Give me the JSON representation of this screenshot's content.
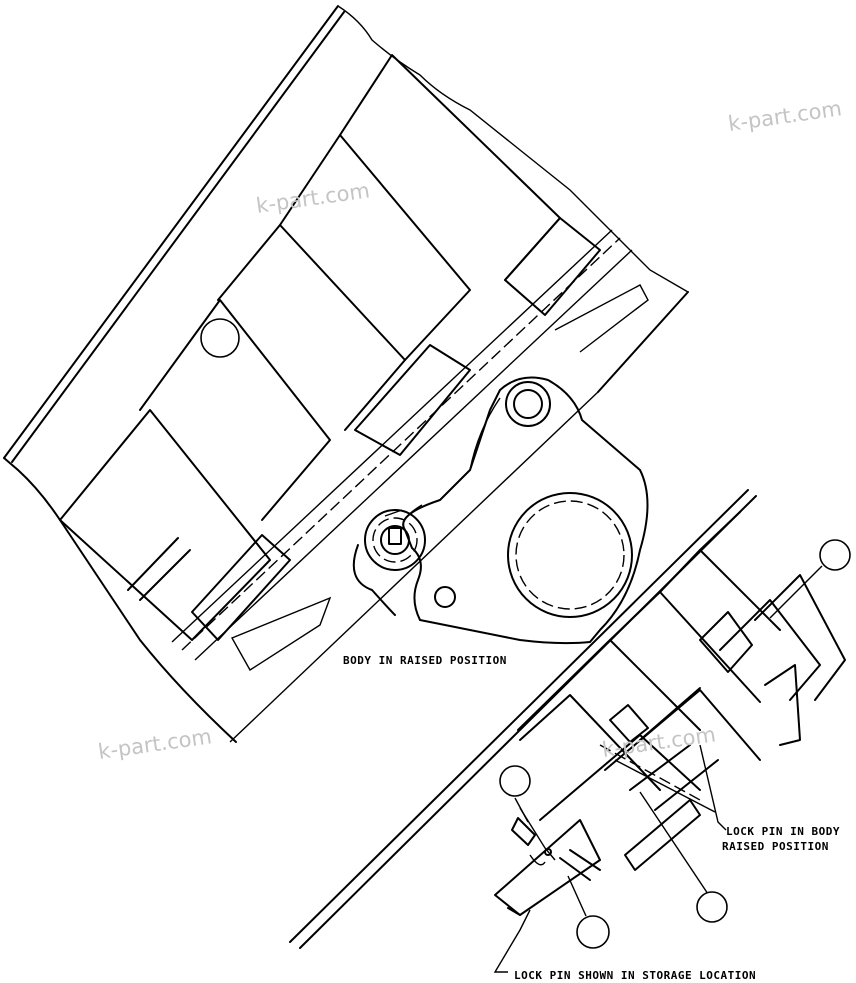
{
  "labels": {
    "body_raised": "BODY IN RAISED POSITION",
    "lock_pin_raised_line1": "LOCK PIN IN BODY",
    "lock_pin_raised_line2": "RAISED POSITION",
    "lock_pin_storage": "LOCK PIN SHOWN IN STORAGE LOCATION"
  },
  "watermarks": [
    "k-part.com",
    "k-part.com",
    "k-part.com",
    "k-part.com"
  ],
  "colors": {
    "line": "#000000",
    "watermark": "#c4c4c4",
    "background": "#ffffff"
  }
}
